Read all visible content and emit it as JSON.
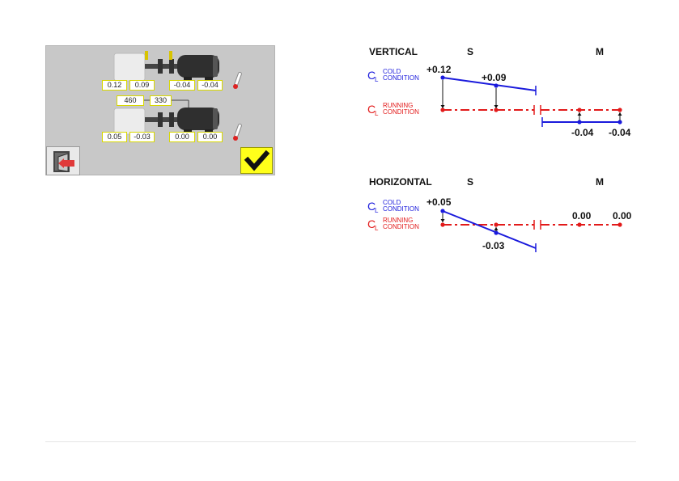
{
  "panel": {
    "cold_values": [
      "0.12",
      "0.09",
      "-0.04",
      "-0.04"
    ],
    "spans": [
      "460",
      "330"
    ],
    "running_values": [
      "0.05",
      "-0.03",
      "0.00",
      "0.00"
    ],
    "icons": [
      "exit-door-icon",
      "checkmark-icon",
      "thermometer-icon"
    ]
  },
  "vertical": {
    "title": "VERTICAL",
    "s_label": "S",
    "m_label": "M",
    "cold_c": "C",
    "cold_sub": "L",
    "cold_line1": "COLD",
    "cold_line2": "CONDITION",
    "run_c": "C",
    "run_sub": "L",
    "run_line1": "RUNNING",
    "run_line2": "CONDITION",
    "s_front": "+0.12",
    "s_rear": "+0.09",
    "m_front": "-0.04",
    "m_rear": "-0.04"
  },
  "horizontal": {
    "title": "HORIZONTAL",
    "s_label": "S",
    "m_label": "M",
    "cold_c": "C",
    "cold_sub": "L",
    "cold_line1": "COLD",
    "cold_line2": "CONDITION",
    "run_c": "C",
    "run_sub": "L",
    "run_line1": "RUNNING",
    "run_line2": "CONDITION",
    "s_front": "+0.05",
    "s_rear": "-0.03",
    "m_front": "0.00",
    "m_rear": "0.00"
  },
  "colors": {
    "cold": "#1a1adc",
    "running": "#e21a1a",
    "button_yellow": "#ffff1a"
  }
}
